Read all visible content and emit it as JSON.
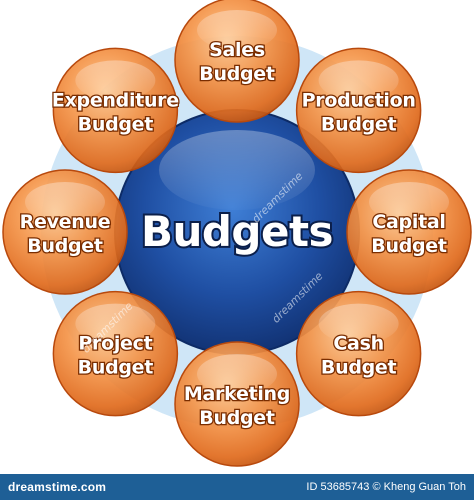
{
  "center": {
    "label": "Budgets"
  },
  "satellites": [
    {
      "line1": "Sales",
      "line2": "Budget"
    },
    {
      "line1": "Production",
      "line2": "Budget"
    },
    {
      "line1": "Capital",
      "line2": "Budget"
    },
    {
      "line1": "Cash",
      "line2": "Budget"
    },
    {
      "line1": "Marketing",
      "line2": "Budget"
    },
    {
      "line1": "Project",
      "line2": "Budget"
    },
    {
      "line1": "Revenue",
      "line2": "Budget"
    },
    {
      "line1": "Expenditure",
      "line2": "Budget"
    }
  ],
  "watermark": {
    "text": "dreamstime"
  },
  "footer": {
    "site": "dreamstime.com",
    "image_id": "ID 53685743",
    "author": "© Kheng Guan Toh"
  },
  "colors": {
    "satellite": "#f0873a",
    "satellite_edge": "#b8490d",
    "center": "#1f4fa3",
    "center_edge": "#0d2b66",
    "ring": "#cfe6f7",
    "footer": "#1e5f96"
  }
}
